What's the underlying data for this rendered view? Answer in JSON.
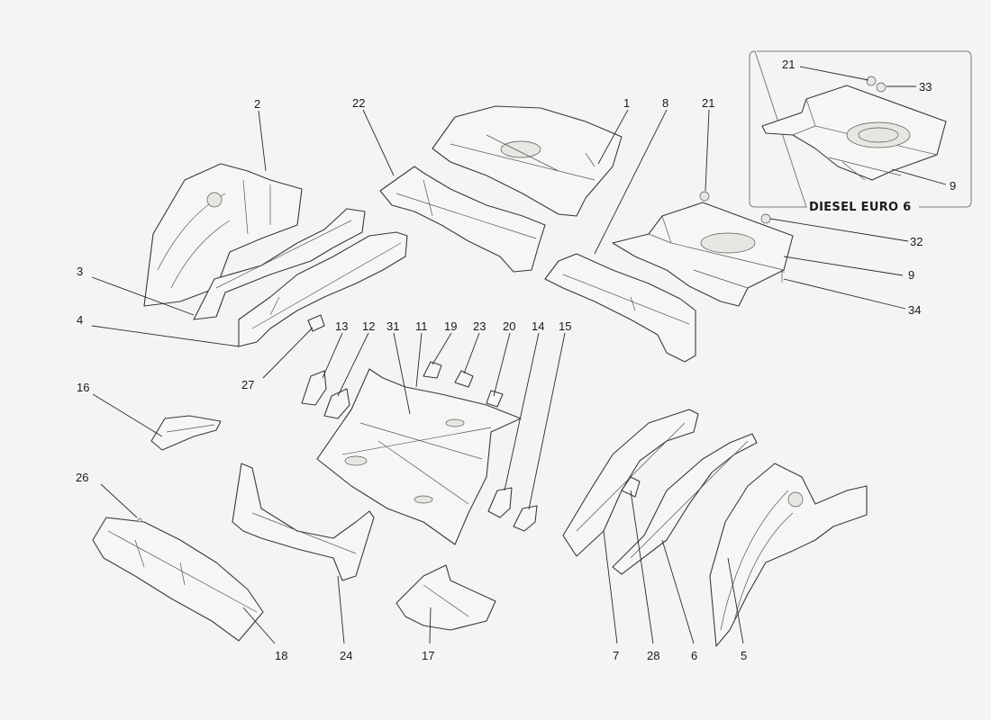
{
  "diagram": {
    "inset_title": "DIESEL  EURO 6",
    "callouts": [
      {
        "id": "c1",
        "text": "1"
      },
      {
        "id": "c2",
        "text": "2"
      },
      {
        "id": "c3",
        "text": "3"
      },
      {
        "id": "c4",
        "text": "4"
      },
      {
        "id": "c5",
        "text": "5"
      },
      {
        "id": "c6",
        "text": "6"
      },
      {
        "id": "c7",
        "text": "7"
      },
      {
        "id": "c8",
        "text": "8"
      },
      {
        "id": "c9a",
        "text": "9"
      },
      {
        "id": "c9b",
        "text": "9"
      },
      {
        "id": "c11",
        "text": "11"
      },
      {
        "id": "c12",
        "text": "12"
      },
      {
        "id": "c13",
        "text": "13"
      },
      {
        "id": "c14",
        "text": "14"
      },
      {
        "id": "c15",
        "text": "15"
      },
      {
        "id": "c16",
        "text": "16"
      },
      {
        "id": "c17",
        "text": "17"
      },
      {
        "id": "c18",
        "text": "18"
      },
      {
        "id": "c19",
        "text": "19"
      },
      {
        "id": "c20",
        "text": "20"
      },
      {
        "id": "c21a",
        "text": "21"
      },
      {
        "id": "c21b",
        "text": "21"
      },
      {
        "id": "c22",
        "text": "22"
      },
      {
        "id": "c23",
        "text": "23"
      },
      {
        "id": "c24",
        "text": "24"
      },
      {
        "id": "c26",
        "text": "26"
      },
      {
        "id": "c27",
        "text": "27"
      },
      {
        "id": "c28",
        "text": "28"
      },
      {
        "id": "c31",
        "text": "31"
      },
      {
        "id": "c32",
        "text": "32"
      },
      {
        "id": "c33",
        "text": "33"
      },
      {
        "id": "c34",
        "text": "34"
      }
    ]
  }
}
